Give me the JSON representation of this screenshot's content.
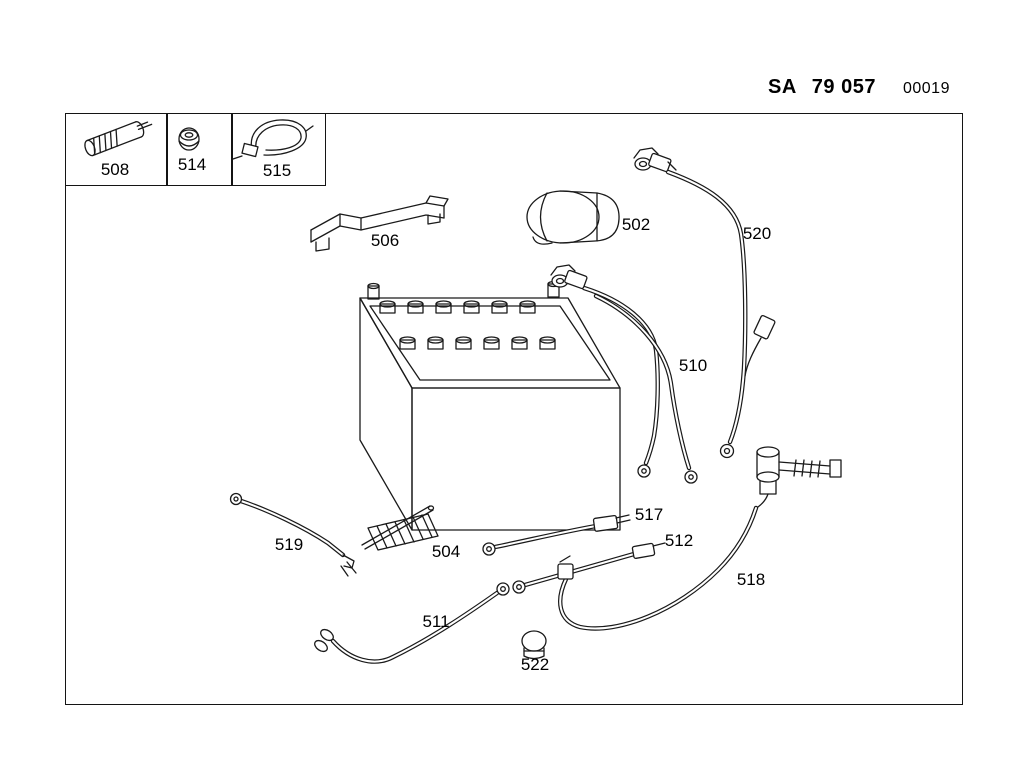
{
  "header": {
    "sa": "SA",
    "catalog_number": "79 057",
    "sheet_number": "00019"
  },
  "labels": {
    "502": "502",
    "504": "504",
    "506": "506",
    "508": "508",
    "510": "510",
    "511": "511",
    "512": "512",
    "514": "514",
    "515": "515",
    "517": "517",
    "518": "518",
    "519": "519",
    "520": "520",
    "522": "522"
  },
  "colors": {
    "ink": "#1a1a1a",
    "background": "#ffffff"
  }
}
